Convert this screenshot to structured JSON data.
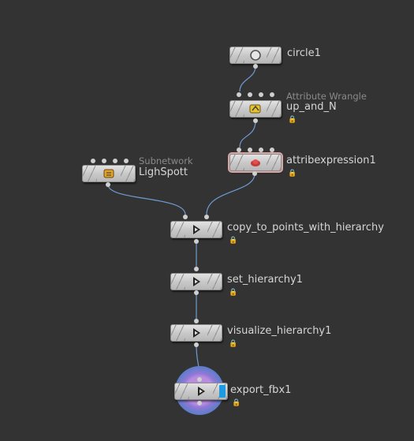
{
  "nodes": {
    "circle1": {
      "name": "circle1",
      "type": "",
      "icon": "circle-icon"
    },
    "up_and_N": {
      "name": "up_and_N",
      "type": "Attribute Wrangle",
      "icon": "wrangle-icon"
    },
    "attribexpression1": {
      "name": "attribexpression1",
      "type": "",
      "icon": "attribexpression-icon"
    },
    "LighSpott": {
      "name": "LighSpott",
      "type": "Subnetwork",
      "icon": "subnetwork-icon"
    },
    "copy_to_points_with_hierarchy": {
      "name": "copy_to_points_with_hierarchy",
      "type": "",
      "icon": "play-icon"
    },
    "set_hierarchy1": {
      "name": "set_hierarchy1",
      "type": "",
      "icon": "play-icon"
    },
    "visualize_hierarchy1": {
      "name": "visualize_hierarchy1",
      "type": "",
      "icon": "play-icon"
    },
    "export_fbx1": {
      "name": "export_fbx1",
      "type": "",
      "icon": "play-icon"
    }
  },
  "colors": {
    "background": "#333333",
    "wire": "#6f9bd1",
    "display_flag": "#1e9be0",
    "selection": "#d8a6a6",
    "label": "#d6d6d6"
  },
  "lock_glyph": "🔒"
}
